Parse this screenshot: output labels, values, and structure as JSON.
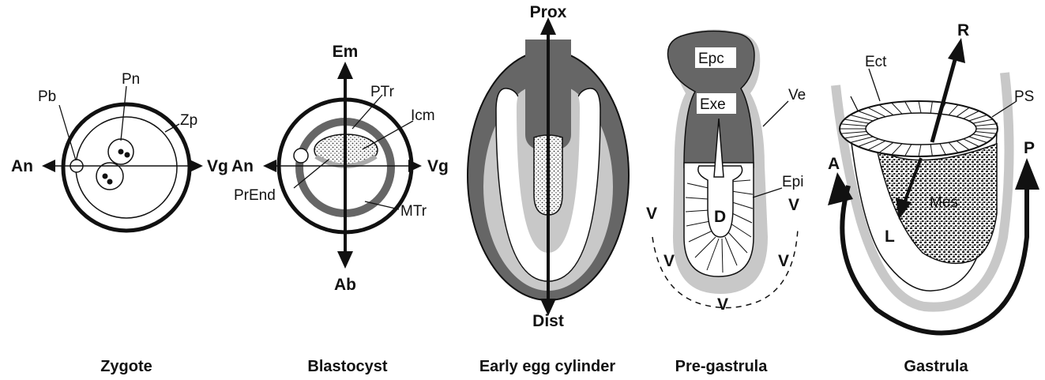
{
  "captions": {
    "zygote": "Zygote",
    "blastocyst": "Blastocyst",
    "egg_cylinder": "Early egg cylinder",
    "pre_gastrula": "Pre-gastrula",
    "gastrula": "Gastrula"
  },
  "zygote": {
    "pb": "Pb",
    "pn": "Pn",
    "zp": "Zp",
    "an": "An",
    "vg": "Vg"
  },
  "blastocyst": {
    "em": "Em",
    "ptr": "PTr",
    "icm": "Icm",
    "an": "An",
    "vg": "Vg",
    "prend": "PrEnd",
    "mtr": "MTr",
    "ab": "Ab"
  },
  "egg_cylinder": {
    "prox": "Prox",
    "dist": "Dist"
  },
  "pre_gastrula": {
    "epc": "Epc",
    "exe": "Exe",
    "ve": "Ve",
    "epi": "Epi",
    "d": "D",
    "v": "V"
  },
  "gastrula": {
    "r": "R",
    "ect": "Ect",
    "ps": "PS",
    "a": "A",
    "p": "P",
    "mes": "Mes",
    "l": "L"
  },
  "colors": {
    "dark_tissue": "#666666",
    "light_tissue": "#c8c8c8",
    "outline": "#111111"
  }
}
